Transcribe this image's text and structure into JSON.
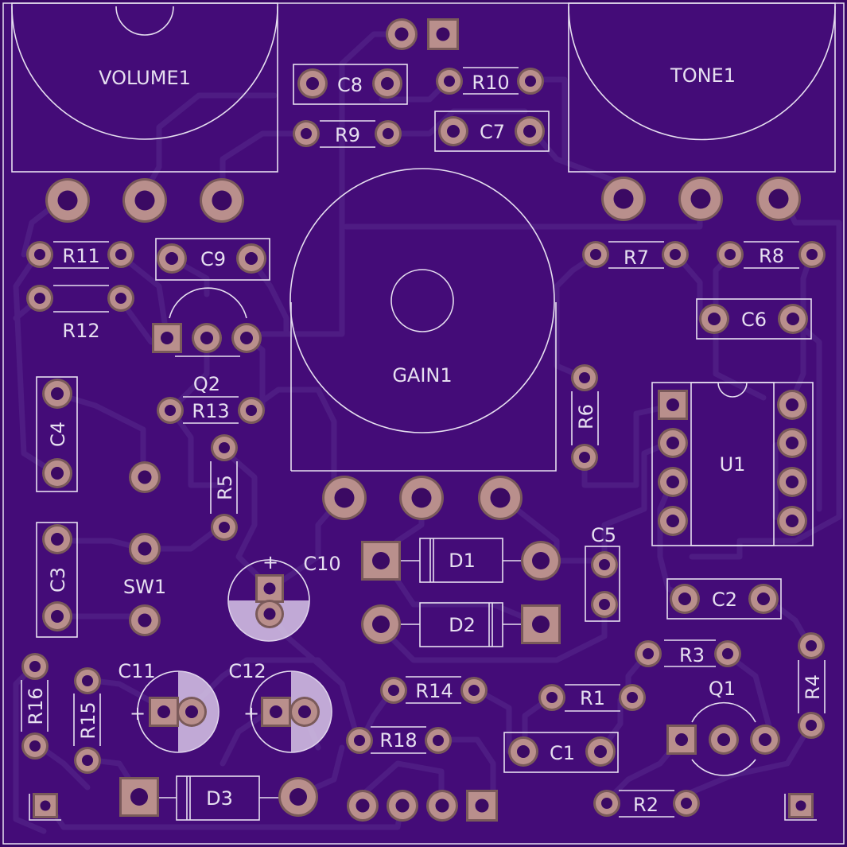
{
  "board": {
    "colors": {
      "substrate": "#3a0766",
      "copper_fill": "#440c78",
      "trace": "#4e1c83",
      "silkscreen": "#e6dff0",
      "pad": "#b98f8c",
      "pad_ring": "#7a5a5a",
      "hole": "#3b0a63"
    }
  },
  "labels": {
    "volume1": "VOLUME1",
    "tone1": "TONE1",
    "gain1": "GAIN1",
    "c1": "C1",
    "c2": "C2",
    "c3": "C3",
    "c4": "C4",
    "c5": "C5",
    "c6": "C6",
    "c7": "C7",
    "c8": "C8",
    "c9": "C9",
    "c10": "C10",
    "c11": "C11",
    "c12": "C12",
    "r1": "R1",
    "r2": "R2",
    "r3": "R3",
    "r4": "R4",
    "r5": "R5",
    "r6": "R6",
    "r7": "R7",
    "r8": "R8",
    "r9": "R9",
    "r10": "R10",
    "r11": "R11",
    "r12": "R12",
    "r13": "R13",
    "r14": "R14",
    "r15": "R15",
    "r16": "R16",
    "r18": "R18",
    "d1": "D1",
    "d2": "D2",
    "d3": "D3",
    "q1": "Q1",
    "q2": "Q2",
    "u1": "U1",
    "sw1": "SW1",
    "plus": "+"
  }
}
